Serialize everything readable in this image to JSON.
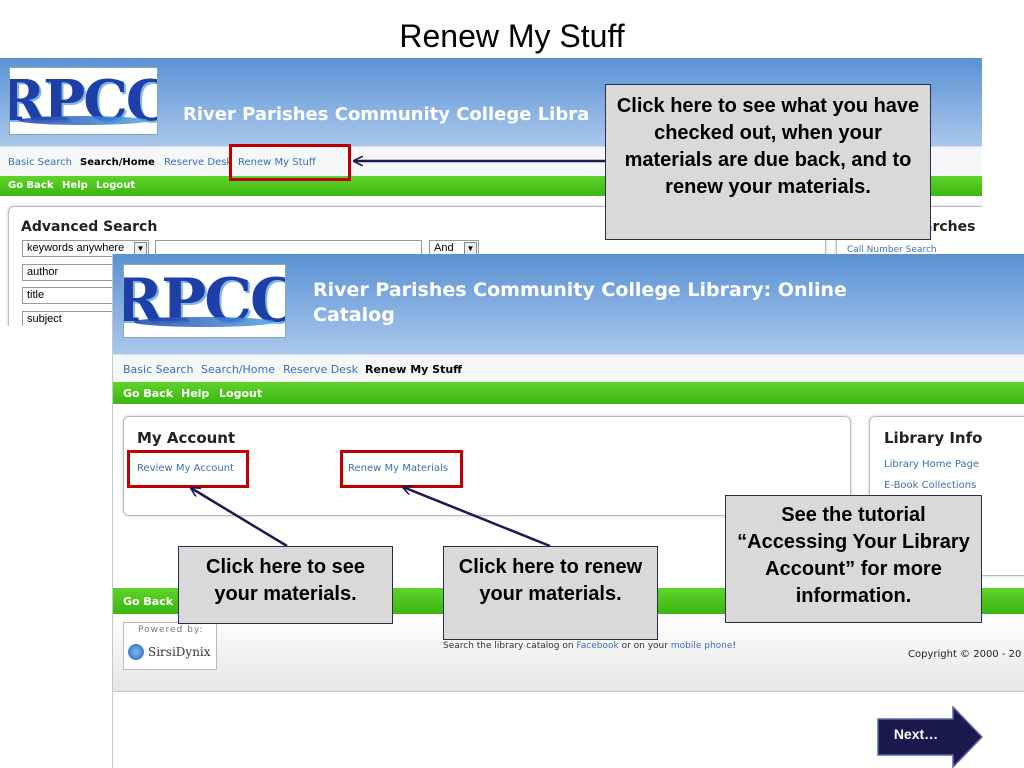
{
  "slide": {
    "title": "Renew My Stuff",
    "next_label": "Next…"
  },
  "back_screenshot": {
    "logo_text": "RPCC",
    "site_title": "River Parishes Community College Libra",
    "nav": [
      "Basic Search",
      "Search/Home",
      "Reserve Desk",
      "Renew My Stuff"
    ],
    "nav_active": "Search/Home",
    "actions": [
      "Go Back",
      "Help",
      "Logout"
    ],
    "advanced_search": {
      "title": "Advanced Search",
      "search_type": "keywords anywhere",
      "search_value": "",
      "operator": "And",
      "fields": [
        "author",
        "title",
        "subject"
      ]
    },
    "side_panel": {
      "title": "arches",
      "link": "Call Number Search"
    }
  },
  "front_screenshot": {
    "logo_text": "RPCC",
    "site_title": "River Parishes Community College Library: Online Catalog",
    "nav": [
      "Basic Search",
      "Search/Home",
      "Reserve Desk",
      "Renew My Stuff"
    ],
    "nav_active": "Renew My Stuff",
    "actions": [
      "Go Back",
      "Help",
      "Logout"
    ],
    "my_account": {
      "title": "My Account",
      "links": [
        "Review My Account",
        "Renew My Materials"
      ]
    },
    "library_info": {
      "title": "Library Info",
      "links": [
        "Library Home Page",
        "E-Book Collections"
      ]
    },
    "footer": {
      "go_back": "Go Back",
      "powered_by": "Powered by:",
      "vendor": "SirsiDynix",
      "text_prefix": "Search the library catalog on",
      "facebook": "Facebook",
      "text_middle": "or on your",
      "mobile": "mobile phone",
      "text_suffix": "!",
      "copyright": "Copyright © 2000 - 20"
    }
  },
  "callouts": {
    "renew_stuff": "Click here to see what you have checked out, when your materials are due back, and to renew your materials.",
    "see_materials": "Click here to see your materials.",
    "renew_materials": "Click here to renew your materials.",
    "tutorial": "See the tutorial “Accessing Your Library Account” for more information."
  },
  "colors": {
    "header_blue": "#5b92d4",
    "green_bar": "#3cb612",
    "link_blue": "#3a6fb5",
    "highlight_red": "#c00000",
    "callout_gray": "#d9d9d9",
    "next_navy": "#1a1a4e"
  }
}
